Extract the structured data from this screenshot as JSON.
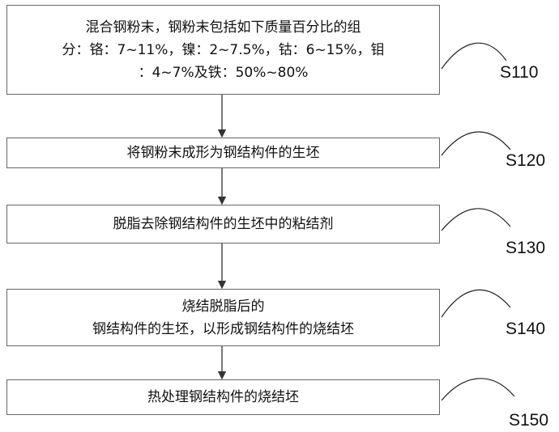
{
  "steps": [
    {
      "id": "S110",
      "lines": [
        "混合钢粉末，钢粉末包括如下质量百分比的组",
        "分：铬：7~11%，镍：2~7.5%，钴：6~15%，钼",
        "：4~7%及铁：50%~80%"
      ]
    },
    {
      "id": "S120",
      "lines": [
        "将钢粉末成形为钢结构件的生坯"
      ]
    },
    {
      "id": "S130",
      "lines": [
        "脱脂去除钢结构件的生坯中的粘结剂"
      ]
    },
    {
      "id": "S140",
      "lines": [
        "烧结脱脂后的",
        "钢结构件的生坯，以形成钢结构件的烧结坯"
      ]
    },
    {
      "id": "S150",
      "lines": [
        "热处理钢结构件的烧结坯"
      ]
    }
  ]
}
